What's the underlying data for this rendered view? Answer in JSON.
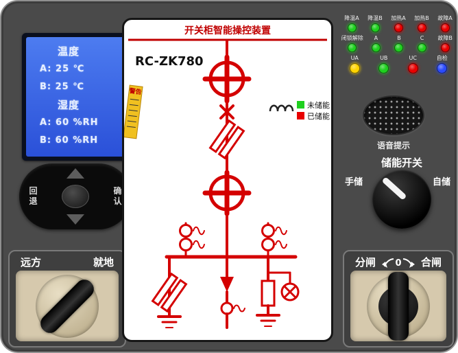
{
  "device": {
    "model": "RC-ZK780",
    "mimic_title": "开关柜智能操控装置"
  },
  "lcd": {
    "temp_header": "温度",
    "temp_a": "A: 25 ℃",
    "temp_b": "B: 25 ℃",
    "hum_header": "湿度",
    "hum_a": "A: 60 %RH",
    "hum_b": "B: 60 %RH"
  },
  "nav": {
    "back": "回退",
    "confirm": "确认"
  },
  "leds": {
    "rows": [
      {
        "items": [
          {
            "label": "降温A",
            "color": "green"
          },
          {
            "label": "降温B",
            "color": "green"
          },
          {
            "label": "加热A",
            "color": "red"
          },
          {
            "label": "加热B",
            "color": "red"
          },
          {
            "label": "故障A",
            "color": "red"
          }
        ]
      },
      {
        "items": [
          {
            "label": "闭锁解除",
            "color": "green"
          },
          {
            "label": "A",
            "color": "green"
          },
          {
            "label": "B",
            "color": "green"
          },
          {
            "label": "C",
            "color": "green"
          },
          {
            "label": "故障B",
            "color": "red"
          }
        ]
      },
      {
        "items": [
          {
            "label": "UA",
            "color": "yellow"
          },
          {
            "label": "UB",
            "color": "green"
          },
          {
            "label": "UC",
            "color": "red"
          },
          {
            "label": "自检",
            "color": "blue"
          }
        ]
      }
    ]
  },
  "legend": {
    "not_charged": "未储能",
    "charged": "已储能"
  },
  "warning": {
    "title": "警告"
  },
  "speaker": {
    "label": "语音提示"
  },
  "charge_switch": {
    "title": "储能开关",
    "left": "手储",
    "right": "自储"
  },
  "rotary_remote": {
    "left": "远方",
    "right": "就地"
  },
  "rotary_breaker": {
    "left": "分闸",
    "right": "合闸",
    "zero": "0"
  },
  "icons": {
    "nav_up": "triangle-up",
    "nav_down": "triangle-down",
    "speaker": "dot-grid",
    "spring": "coil-spring"
  },
  "colors": {
    "green": "#1fd01f",
    "red": "#e80000",
    "yellow": "#ffd400",
    "blue": "#2b4bff",
    "circuit_red": "#d40000",
    "lcd_blue": "#3a63e8",
    "warning_yellow": "#f0c020"
  }
}
